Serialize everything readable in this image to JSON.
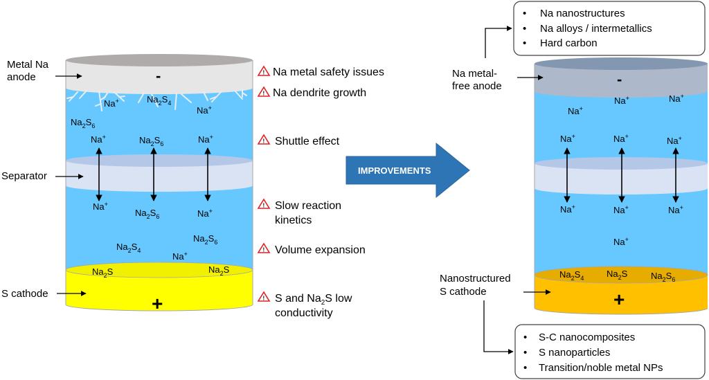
{
  "colors": {
    "electrolyte": "#66c8ff",
    "separator": "#dae3f3",
    "separator_top": "#b4c7e7",
    "na_metal_anode": "#e6e6e6",
    "na_metal_anode_top": "#afabab",
    "na_free_anode": "#adb9ca",
    "na_free_anode_top": "#8497b0",
    "s_cathode": "#ffff00",
    "nano_cathode": "#ffc000",
    "nano_cathode_top": "#e6ac00",
    "warning": "#e02020",
    "improvement_arrow": "#2e75b6"
  },
  "left_cell": {
    "labels": {
      "anode": [
        "Metal Na",
        "anode"
      ],
      "separator": "Separator",
      "cathode": "S cathode"
    },
    "anode_sign": "-",
    "cathode_sign": "+",
    "species": {
      "s1": {
        "base": "Na",
        "sup": "+"
      },
      "s2": {
        "base": "Na",
        "sub1": "2",
        "mid": "S",
        "sub2": "4"
      },
      "s3": {
        "base": "Na",
        "sup": "+"
      },
      "s4": {
        "base": "Na",
        "sub1": "2",
        "mid": "S",
        "sub2": "6"
      },
      "s5": {
        "base": "Na",
        "sup": "+"
      },
      "s6": {
        "base": "Na",
        "sub1": "2",
        "mid": "S",
        "sub2": "6"
      },
      "s7": {
        "base": "Na",
        "sup": "+"
      },
      "s8": {
        "base": "Na",
        "sup": "+"
      },
      "s9": {
        "base": "Na",
        "sub1": "2",
        "mid": "S",
        "sub2": "6"
      },
      "s10": {
        "base": "Na",
        "sup": "+"
      },
      "s11": {
        "base": "Na",
        "sub1": "2",
        "mid": "S",
        "sub2": "4"
      },
      "s12": {
        "base": "Na",
        "sub1": "2",
        "mid": "S",
        "sub2": "6"
      },
      "s13": {
        "base": "Na",
        "sup": "+"
      },
      "s14": {
        "base": "Na",
        "sub1": "2",
        "mid": "S",
        "sub2": ""
      },
      "s15": {
        "base": "Na",
        "sub1": "2",
        "mid": "S",
        "sub2": ""
      }
    }
  },
  "issues": [
    {
      "line1": "Na metal safety issues",
      "line2": ""
    },
    {
      "line1": "Na dendrite growth",
      "line2": ""
    },
    {
      "line1": "Shuttle effect",
      "line2": ""
    },
    {
      "line1": "Slow reaction",
      "line2": "kinetics"
    },
    {
      "line1": "Volume expansion",
      "line2": ""
    },
    {
      "line1_pre": "S and Na",
      "line1_sub": "2",
      "line1_post": "S low",
      "line2": "conductivity"
    }
  ],
  "improvements_arrow": {
    "label": "IMPROVEMENTS"
  },
  "right_cell": {
    "labels": {
      "anode": [
        "Na metal-",
        "free anode"
      ],
      "cathode": [
        "Nanostructured",
        "S cathode"
      ]
    },
    "anode_sign": "-",
    "cathode_sign": "+",
    "ions": [
      "Na",
      "+"
    ],
    "cathode_species": [
      {
        "base": "Na",
        "sub1": "2",
        "mid": "S",
        "sub2": "4"
      },
      {
        "base": "Na",
        "sub1": "2",
        "mid": "S",
        "sub2": ""
      },
      {
        "base": "Na",
        "sub1": "2",
        "mid": "S",
        "sub2": "6"
      }
    ]
  },
  "anode_box": {
    "items": [
      "Na nanostructures",
      "Na alloys / intermetallics",
      "Hard carbon"
    ]
  },
  "cathode_box": {
    "items": [
      "S-C nanocomposites",
      "S nanoparticles",
      "Transition/noble metal NPs"
    ]
  },
  "bullet": "•"
}
